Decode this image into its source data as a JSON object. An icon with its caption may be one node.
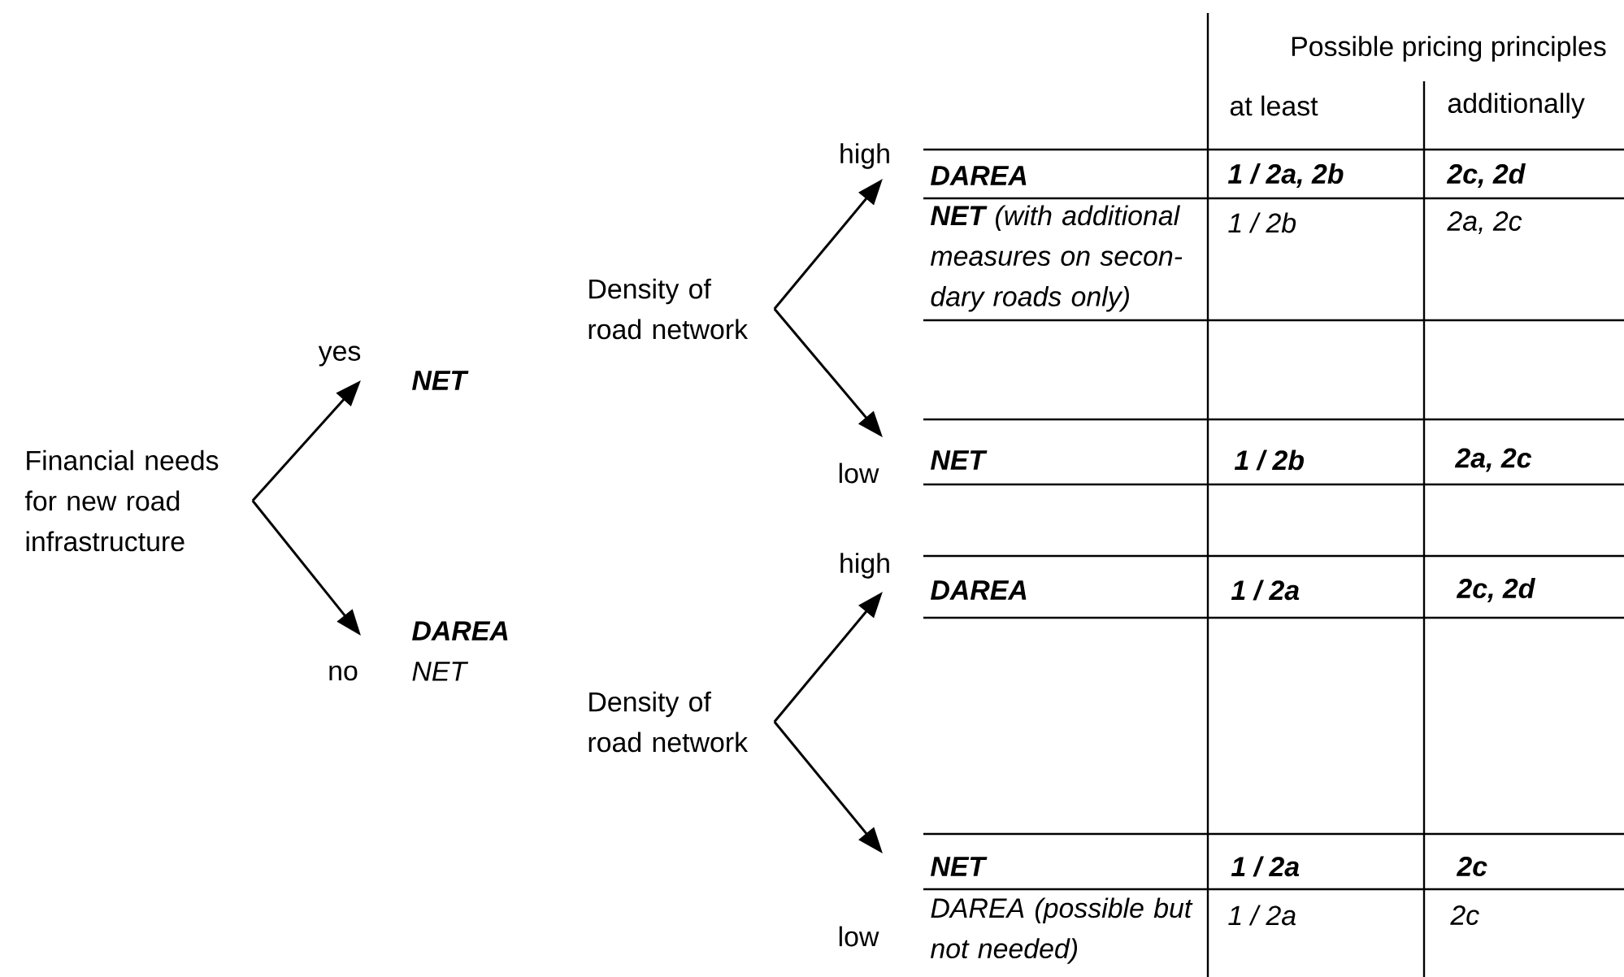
{
  "diagram": {
    "nodes": [
      {
        "text": [
          "Financial needs for new road infrastructure"
        ]
      },
      {
        "text": [
          "NET"
        ]
      },
      {
        "text": [
          "DAREA",
          "NET"
        ]
      },
      {
        "text": [
          "Density of road network"
        ]
      },
      {
        "text": [
          "Density of road network"
        ]
      }
    ],
    "edges": [
      {
        "from": 0,
        "to": 1,
        "arrow": "to",
        "label": "yes"
      },
      {
        "from": 0,
        "to": 2,
        "arrow": "to",
        "label": "no"
      },
      {
        "from": 3,
        "to": null,
        "arrow": "to",
        "label": "high"
      },
      {
        "from": 3,
        "to": null,
        "arrow": "to",
        "label": "low"
      },
      {
        "from": 4,
        "to": null,
        "arrow": "to",
        "label": "high"
      },
      {
        "from": 4,
        "to": null,
        "arrow": "to",
        "label": "low"
      }
    ],
    "labels": [
      "Possible pricing principles",
      "at least",
      "additionally",
      "DAREA",
      "1 / 2a, 2b",
      "2c, 2d",
      "**NET** (with additional measures on secon-dary roads only)",
      "1 / 2b",
      "2a, 2c",
      "NET",
      "1 / 2b",
      "2a, 2c",
      "DAREA",
      "1 / 2a",
      "2c, 2d",
      "NET",
      "1 / 2a",
      "2c",
      "DAREA (possible but not needed)",
      "1 / 2a",
      "2c"
    ]
  }
}
